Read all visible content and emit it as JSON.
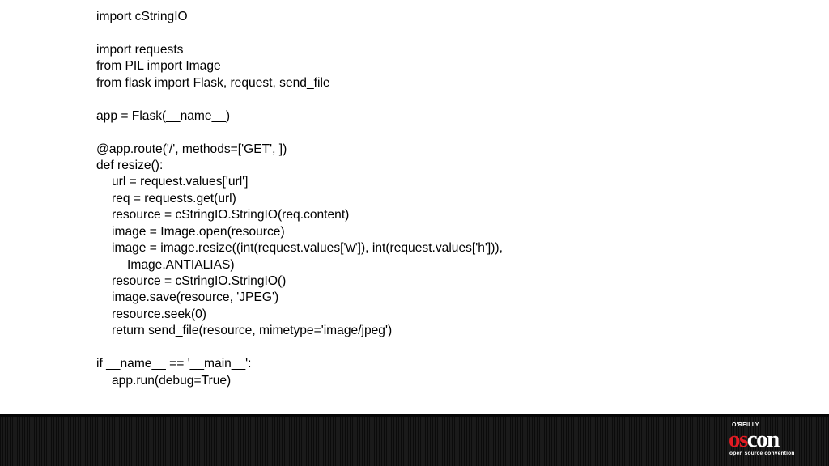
{
  "code_lines": [
    {
      "text": "import cStringIO",
      "indent": 0
    },
    {
      "text": "",
      "indent": 0
    },
    {
      "text": "import requests",
      "indent": 0
    },
    {
      "text": "from PIL import Image",
      "indent": 0
    },
    {
      "text": "from flask import Flask, request, send_file",
      "indent": 0
    },
    {
      "text": "",
      "indent": 0
    },
    {
      "text": "app = Flask(__name__)",
      "indent": 0
    },
    {
      "text": "",
      "indent": 0
    },
    {
      "text": "@app.route('/', methods=['GET', ])",
      "indent": 0
    },
    {
      "text": "def resize():",
      "indent": 0
    },
    {
      "text": "url = request.values['url']",
      "indent": 1
    },
    {
      "text": "req = requests.get(url)",
      "indent": 1
    },
    {
      "text": "resource = cStringIO.StringIO(req.content)",
      "indent": 1
    },
    {
      "text": "image = Image.open(resource)",
      "indent": 1
    },
    {
      "text": "image = image.resize((int(request.values['w']), int(request.values['h'])),",
      "indent": 1
    },
    {
      "text": "Image.ANTIALIAS)",
      "indent": 2
    },
    {
      "text": "resource = cStringIO.StringIO()",
      "indent": 1
    },
    {
      "text": "image.save(resource, 'JPEG')",
      "indent": 1
    },
    {
      "text": "resource.seek(0)",
      "indent": 1
    },
    {
      "text": "return send_file(resource, mimetype='image/jpeg')",
      "indent": 1
    },
    {
      "text": "",
      "indent": 0
    },
    {
      "text": "if __name__ == '__main__':",
      "indent": 0
    },
    {
      "text": "app.run(debug=True)",
      "indent": 1
    }
  ],
  "logo": {
    "publisher": "O'REILLY",
    "word_os": "os",
    "word_con": "con",
    "tagline": "open source convention"
  },
  "colors": {
    "logo_red": "#e31b23",
    "footer": "#141414"
  }
}
